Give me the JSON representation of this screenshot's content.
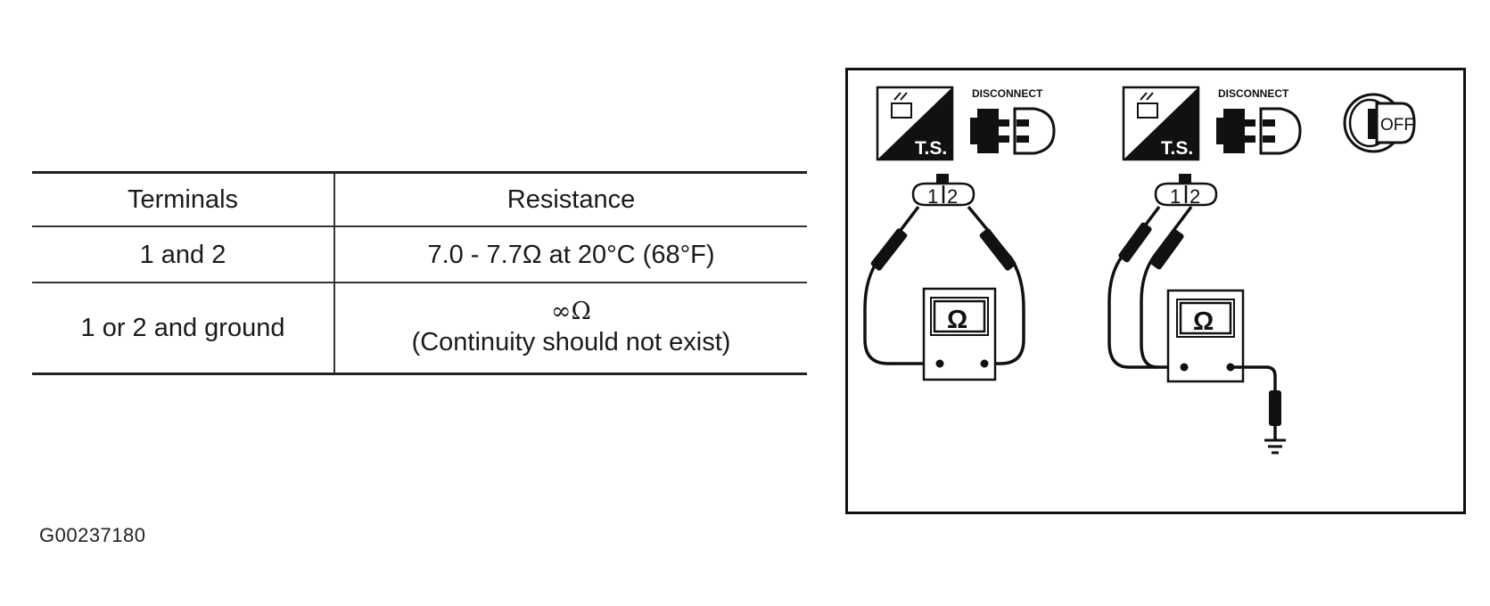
{
  "table": {
    "headers": [
      "Terminals",
      "Resistance"
    ],
    "rows": [
      {
        "terminals": "1 and 2",
        "resistance": "7.0 - 7.7Ω at 20°C (68°F)"
      },
      {
        "terminals": "1 or 2 and ground",
        "resistance_symbol": "∞Ω",
        "resistance_note": "(Continuity should not exist)"
      }
    ]
  },
  "figure_id": "G00237180",
  "diagram": {
    "ts_label": "T.S.",
    "disconnect_label": "DISCONNECT",
    "key_label": "OFF",
    "terminal_1": "1",
    "terminal_2": "2",
    "ohm_symbol": "Ω",
    "icons": [
      "ts-icon",
      "disconnect-connector-icon",
      "ignition-key-off-icon",
      "ohmmeter-icon",
      "ground-icon"
    ],
    "colors": {
      "line": "#111111",
      "background": "#ffffff"
    }
  }
}
